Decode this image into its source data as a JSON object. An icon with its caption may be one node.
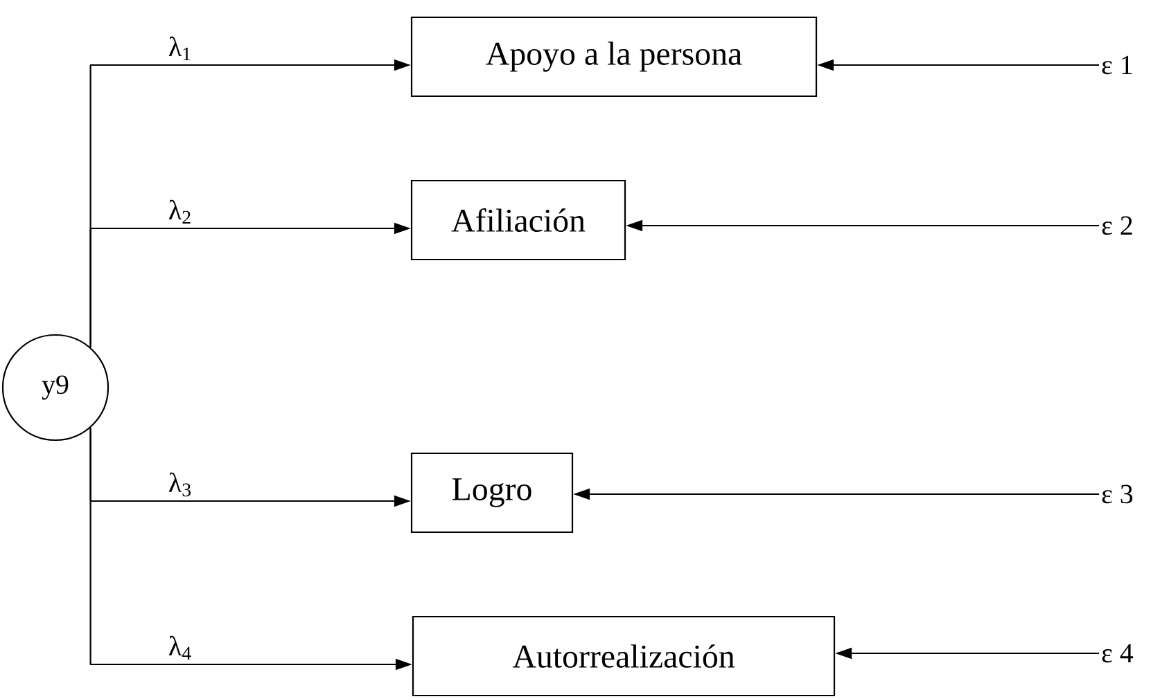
{
  "diagram": {
    "nodes": [
      {
        "text": [
          "y9"
        ]
      },
      {
        "text": [
          "Apoyo a la persona"
        ]
      },
      {
        "text": [
          "Afiliación"
        ]
      },
      {
        "text": [
          "Logro"
        ]
      },
      {
        "text": [
          "Autorrealización"
        ]
      },
      {
        "text": [
          "ε 1"
        ]
      },
      {
        "text": [
          "ε 2"
        ]
      },
      {
        "text": [
          "ε 3"
        ]
      },
      {
        "text": [
          "ε 4"
        ]
      }
    ],
    "edges": [
      {
        "from": 0,
        "to": 1,
        "arrow": "to",
        "label": "λ$_{1}$"
      },
      {
        "from": 0,
        "to": 2,
        "arrow": "to",
        "label": "λ$_{2}$"
      },
      {
        "from": 0,
        "to": 3,
        "arrow": "to",
        "label": "λ$_{3}$"
      },
      {
        "from": 0,
        "to": 4,
        "arrow": "to",
        "label": "λ$_{4}$"
      },
      {
        "from": 5,
        "to": 1,
        "arrow": "to"
      },
      {
        "from": 6,
        "to": 2,
        "arrow": "to"
      },
      {
        "from": 7,
        "to": 3,
        "arrow": "to"
      },
      {
        "from": 8,
        "to": 4,
        "arrow": "to"
      }
    ]
  }
}
